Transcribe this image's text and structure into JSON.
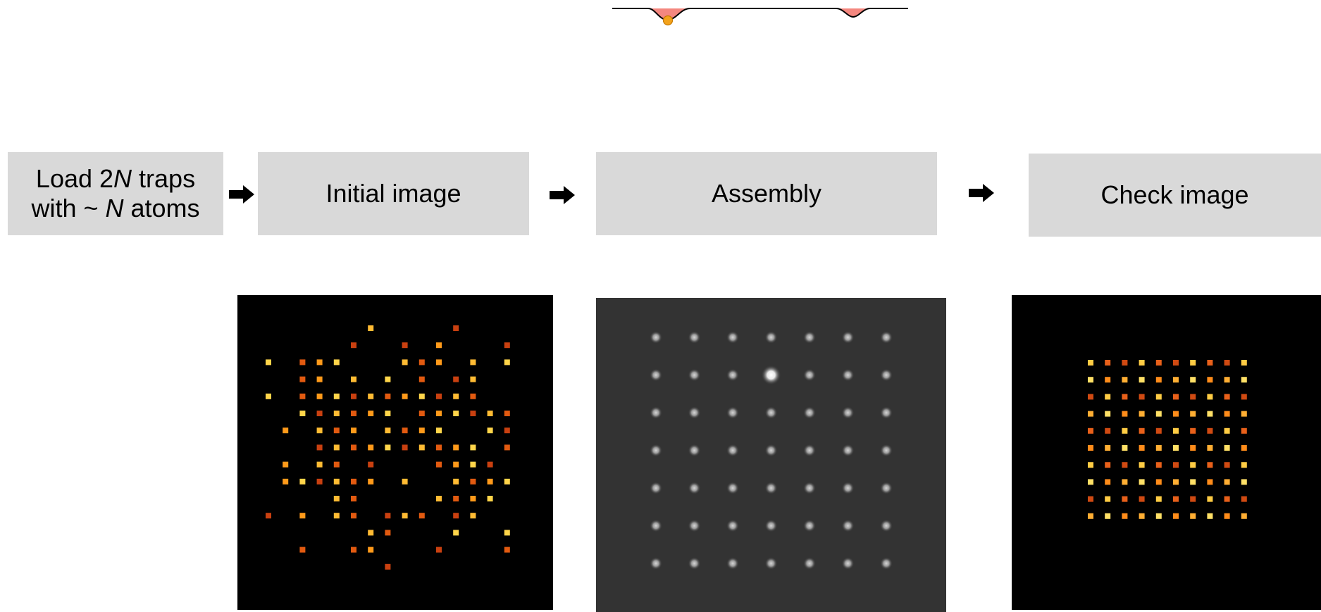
{
  "steps": {
    "load": {
      "line1_prefix": "Load 2",
      "line1_var": "N",
      "line1_suffix": " traps",
      "line2_prefix": "with ~ ",
      "line2_var": "N",
      "line2_suffix": " atoms"
    },
    "initial": {
      "label": "Initial image"
    },
    "assembly": {
      "label": "Assembly"
    },
    "check": {
      "label": "Check image"
    }
  },
  "panels": {
    "initial_image": {
      "grid_size": 15,
      "occupied": [
        [
          0,
          6
        ],
        [
          0,
          11
        ],
        [
          1,
          5
        ],
        [
          1,
          8
        ],
        [
          1,
          10
        ],
        [
          1,
          14
        ],
        [
          2,
          0
        ],
        [
          2,
          2
        ],
        [
          2,
          3
        ],
        [
          2,
          4
        ],
        [
          2,
          8
        ],
        [
          2,
          9
        ],
        [
          2,
          10
        ],
        [
          2,
          12
        ],
        [
          2,
          14
        ],
        [
          3,
          2
        ],
        [
          3,
          3
        ],
        [
          3,
          5
        ],
        [
          3,
          7
        ],
        [
          3,
          9
        ],
        [
          3,
          11
        ],
        [
          3,
          12
        ],
        [
          4,
          0
        ],
        [
          4,
          2
        ],
        [
          4,
          3
        ],
        [
          4,
          4
        ],
        [
          4,
          5
        ],
        [
          4,
          6
        ],
        [
          4,
          7
        ],
        [
          4,
          8
        ],
        [
          4,
          9
        ],
        [
          4,
          10
        ],
        [
          4,
          11
        ],
        [
          4,
          12
        ],
        [
          5,
          2
        ],
        [
          5,
          3
        ],
        [
          5,
          4
        ],
        [
          5,
          5
        ],
        [
          5,
          6
        ],
        [
          5,
          7
        ],
        [
          5,
          9
        ],
        [
          5,
          10
        ],
        [
          5,
          11
        ],
        [
          5,
          12
        ],
        [
          5,
          13
        ],
        [
          5,
          14
        ],
        [
          6,
          1
        ],
        [
          6,
          3
        ],
        [
          6,
          4
        ],
        [
          6,
          5
        ],
        [
          6,
          7
        ],
        [
          6,
          8
        ],
        [
          6,
          9
        ],
        [
          6,
          10
        ],
        [
          6,
          13
        ],
        [
          6,
          14
        ],
        [
          7,
          3
        ],
        [
          7,
          4
        ],
        [
          7,
          5
        ],
        [
          7,
          6
        ],
        [
          7,
          7
        ],
        [
          7,
          8
        ],
        [
          7,
          9
        ],
        [
          7,
          10
        ],
        [
          7,
          11
        ],
        [
          7,
          12
        ],
        [
          7,
          14
        ],
        [
          8,
          1
        ],
        [
          8,
          3
        ],
        [
          8,
          4
        ],
        [
          8,
          6
        ],
        [
          8,
          10
        ],
        [
          8,
          11
        ],
        [
          8,
          12
        ],
        [
          8,
          13
        ],
        [
          9,
          1
        ],
        [
          9,
          2
        ],
        [
          9,
          3
        ],
        [
          9,
          4
        ],
        [
          9,
          5
        ],
        [
          9,
          6
        ],
        [
          9,
          8
        ],
        [
          9,
          11
        ],
        [
          9,
          12
        ],
        [
          9,
          13
        ],
        [
          9,
          14
        ],
        [
          10,
          4
        ],
        [
          10,
          5
        ],
        [
          10,
          10
        ],
        [
          10,
          11
        ],
        [
          10,
          12
        ],
        [
          10,
          13
        ],
        [
          11,
          0
        ],
        [
          11,
          2
        ],
        [
          11,
          4
        ],
        [
          11,
          5
        ],
        [
          11,
          7
        ],
        [
          11,
          8
        ],
        [
          11,
          9
        ],
        [
          11,
          11
        ],
        [
          11,
          12
        ],
        [
          12,
          6
        ],
        [
          12,
          7
        ],
        [
          12,
          11
        ],
        [
          12,
          14
        ],
        [
          13,
          2
        ],
        [
          13,
          5
        ],
        [
          13,
          6
        ],
        [
          13,
          10
        ],
        [
          13,
          14
        ],
        [
          14,
          7
        ]
      ]
    },
    "assembly_image": {
      "rows": 7,
      "cols": 7,
      "highlight": [
        1,
        3
      ]
    },
    "check_image": {
      "rows": 10,
      "cols": 10
    }
  },
  "colors": {
    "step_box_fill": "#d9d9d9",
    "profile_well_fill": "#f4877f",
    "atom_marker": "#f3a31c",
    "initial_background": "#000000",
    "assembly_background": "#333333",
    "check_background": "#000000"
  }
}
